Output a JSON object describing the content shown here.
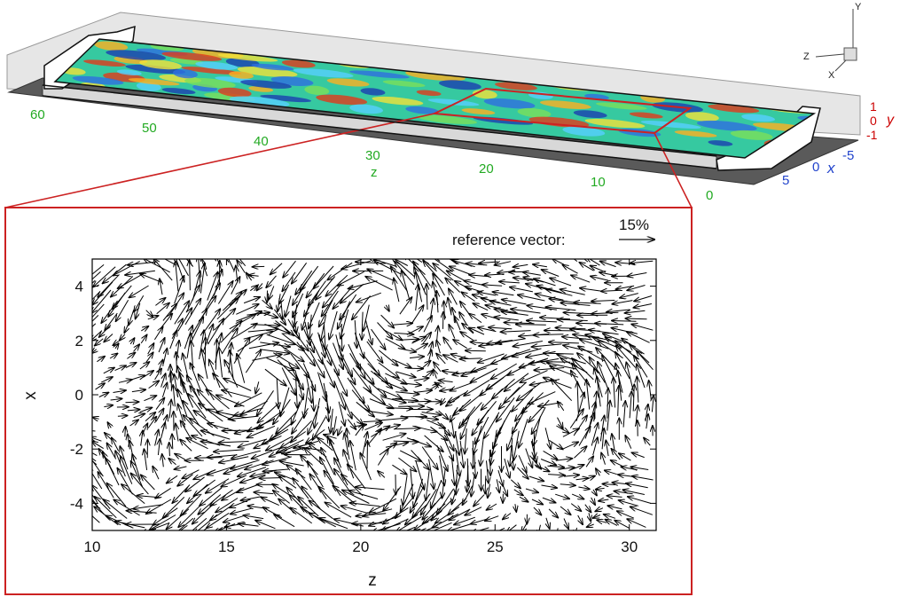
{
  "figure": {
    "top_panel": {
      "z_ticks": [
        "60",
        "50",
        "40",
        "30",
        "20",
        "10",
        "0"
      ],
      "z_label": "z",
      "y_ticks": [
        "1",
        "0",
        "-1"
      ],
      "y_label": "y",
      "x_ticks": [
        "5",
        "0",
        "-5"
      ],
      "x_label": "x",
      "triad": {
        "y": "Y",
        "z": "Z",
        "x": "X"
      },
      "colors": {
        "z_axis": "#22aa22",
        "y_axis": "#cc0000",
        "x_axis": "#2244cc",
        "highlight_box": "#cc2222"
      }
    },
    "inset": {
      "reference_vector_label": "reference vector:",
      "reference_vector_value": "15%",
      "border_color": "#cc2222"
    }
  },
  "chart_data": {
    "type": "quiver",
    "title": "",
    "xlabel": "z",
    "ylabel": "x",
    "xlim": [
      10,
      31
    ],
    "ylim": [
      -5,
      5
    ],
    "x_ticks": [
      10,
      15,
      20,
      25,
      30
    ],
    "y_ticks": [
      -4,
      -2,
      0,
      2,
      4
    ],
    "grid": false,
    "field": {
      "z_range": [
        10,
        31
      ],
      "x_range": [
        -5,
        5
      ],
      "nz": 38,
      "nx": 28,
      "flow": "left-pointing streaks with counter-rotating vortices near (z≈16,x≈0), (z≈27,x≈0), (z≈21,x≈3.5), (z≈21,x≈-3.5)"
    }
  }
}
